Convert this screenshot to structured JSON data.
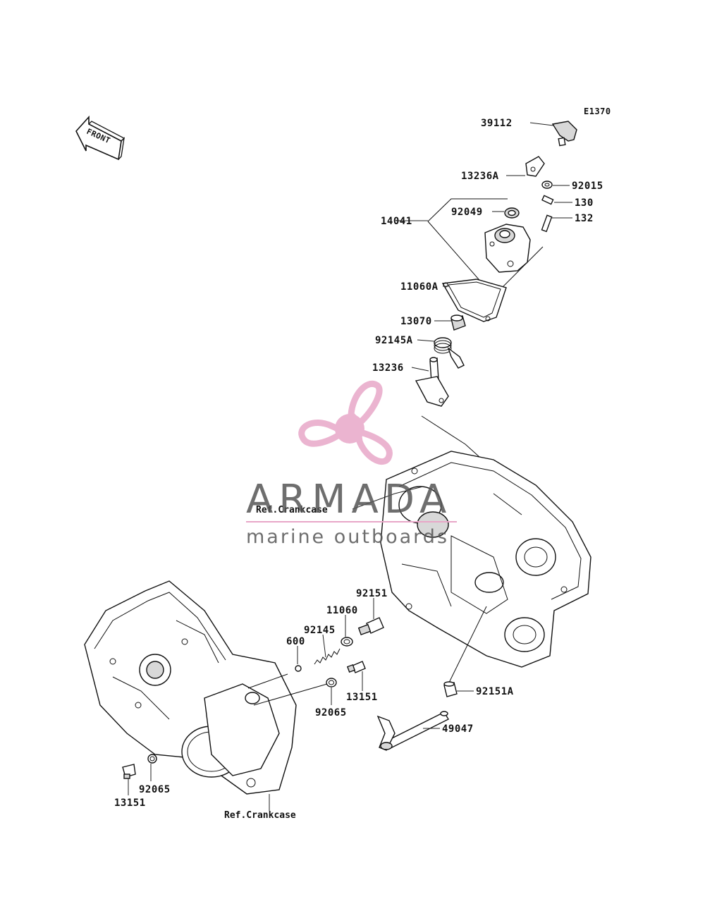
{
  "diagram_code": "E1370",
  "front_label": "FRONT",
  "watermark": {
    "brand": "ARMADA",
    "tagline": "marine outboards",
    "colors": {
      "pink": "#e8a7c8",
      "pink_dark": "#d988b4",
      "grey": "#555555"
    }
  },
  "parts": {
    "p39112": "39112",
    "p13236A": "13236A",
    "p92015": "92015",
    "p130": "130",
    "p132": "132",
    "p14041": "14041",
    "p92049": "92049",
    "p11060A": "11060A",
    "p13070": "13070",
    "p92145A": "92145A",
    "p13236": "13236",
    "p92151": "92151",
    "p11060": "11060",
    "p92145": "92145",
    "p600": "600",
    "p13151_a": "13151",
    "p92065_a": "92065",
    "p92151A": "92151A",
    "p49047": "49047",
    "p92065_b": "92065",
    "p13151_b": "13151"
  },
  "refs": {
    "crankcase_upper": "Ref.Crankcase",
    "crankcase_lower": "Ref.Crankcase"
  }
}
